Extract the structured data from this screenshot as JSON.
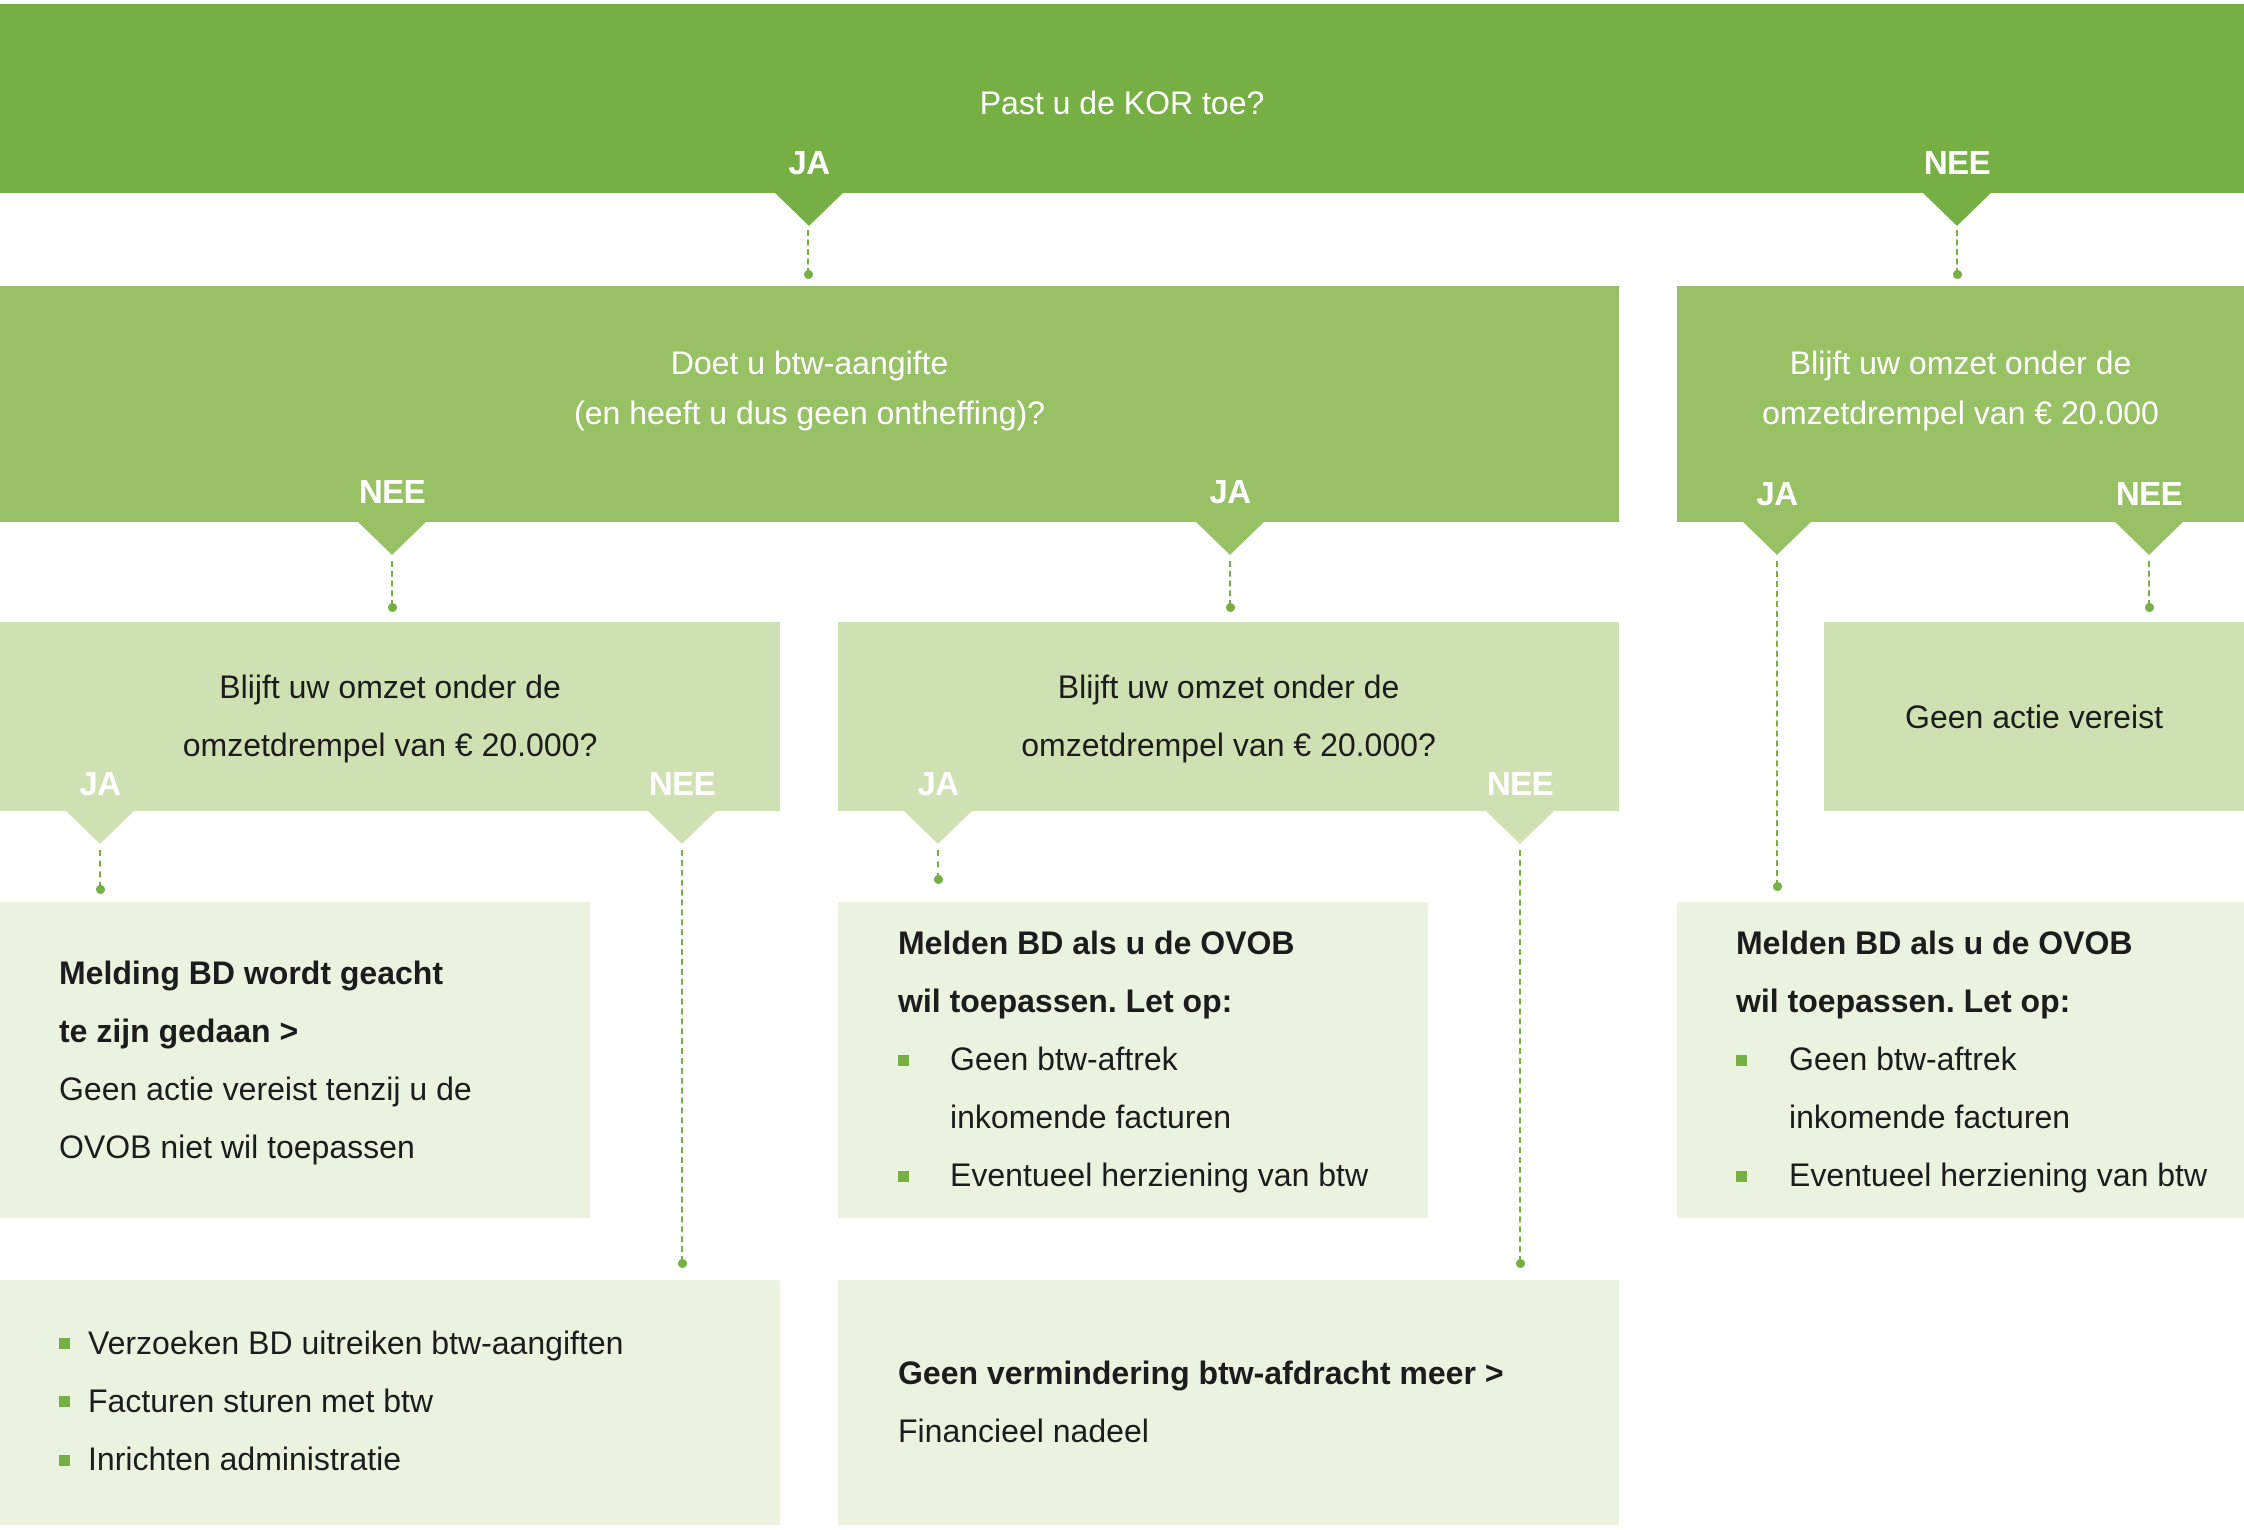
{
  "q1": {
    "text": "Past u de KOR toe?",
    "yes": "JA",
    "no": "NEE"
  },
  "q2": {
    "line1": "Doet u btw-aangifte",
    "line2": "(en heeft u dus geen ontheffing)?",
    "no": "NEE",
    "yes": "JA"
  },
  "q3": {
    "line1": "Blijft uw omzet onder de",
    "line2": "omzetdrempel van € 20.000",
    "yes": "JA",
    "no": "NEE"
  },
  "q4": {
    "line1": "Blijft uw omzet onder de",
    "line2": "omzetdrempel van € 20.000?",
    "yes": "JA",
    "no": "NEE"
  },
  "q5": {
    "line1": "Blijft uw omzet onder de",
    "line2": "omzetdrempel van € 20.000?",
    "yes": "JA",
    "no": "NEE"
  },
  "r_none": "Geen actie vereist",
  "r1": {
    "bold1": "Melding BD wordt geacht",
    "bold2": "te zijn gedaan >",
    "line1": "Geen actie vereist tenzij u de",
    "line2": "OVOB niet wil toepassen"
  },
  "r2": {
    "bold1": "Melden BD als u de OVOB",
    "bold2": "wil toepassen. Let op:",
    "b1a": "Geen btw-aftrek",
    "b1b": "inkomende facturen",
    "b2": "Eventueel herziening van btw"
  },
  "r3": {
    "bold1": "Melden BD als u de OVOB",
    "bold2": "wil toepassen. Let op:",
    "b1a": "Geen btw-aftrek",
    "b1b": "inkomende facturen",
    "b2": "Eventueel herziening van btw"
  },
  "r4": {
    "items": [
      "Verzoeken BD uitreiken btw-aangiften",
      "Facturen sturen met btw",
      "Inrichten administratie"
    ]
  },
  "r5": {
    "bold1": "Geen vermindering btw-afdracht meer >",
    "line1": "Financieel nadeel"
  }
}
